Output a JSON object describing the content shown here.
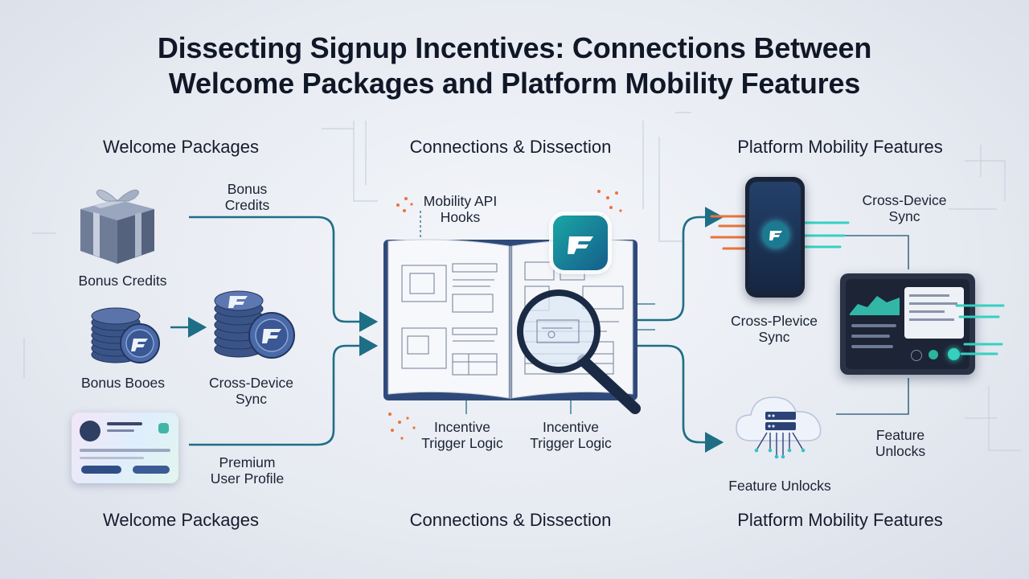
{
  "title": {
    "line1": "Dissecting Signup Incentives: Connections Between",
    "line2": "Welcome Packages and Platform Mobility Features"
  },
  "columns": {
    "left_top": "Welcome Packages",
    "center_top": "Connections & Dissection",
    "right_top": "Platform Mobility Features",
    "left_bottom": "Welcome Packages",
    "center_bottom": "Connections & Dissection",
    "right_bottom": "Platform Mobility Features"
  },
  "left": {
    "bonus_credits_arrow_label": [
      "Bonus",
      "Credits"
    ],
    "gift_caption": "Bonus Credits",
    "coins_caption": "Bonus Booes",
    "sync_caption": [
      "Cross-Device",
      "Sync"
    ],
    "profile_label": [
      "Premium",
      "User Profile"
    ]
  },
  "center": {
    "api_label": [
      "Mobility API",
      "Hooks"
    ],
    "trigger_left": [
      "Incentive",
      "Trigger Logic"
    ],
    "trigger_right": [
      "Incentive",
      "Trigger Logic"
    ]
  },
  "right": {
    "sync_label": [
      "Cross-Device",
      "Sync"
    ],
    "phone_caption": [
      "Cross-Plevice",
      "Sync"
    ],
    "feature_label": [
      "Feature",
      "Unlocks"
    ],
    "cloud_caption": "Feature Unlocks"
  },
  "colors": {
    "teal": "#1e6e86",
    "accent_orange": "#e8743a",
    "dark_navy": "#101828"
  },
  "icons": [
    "gift-box-icon",
    "coin-stack-icon",
    "blue-coin-icon",
    "profile-card-icon",
    "book-icon",
    "magnifier-icon",
    "app-logo-icon",
    "phone-icon",
    "tablet-icon",
    "cloud-server-icon"
  ]
}
